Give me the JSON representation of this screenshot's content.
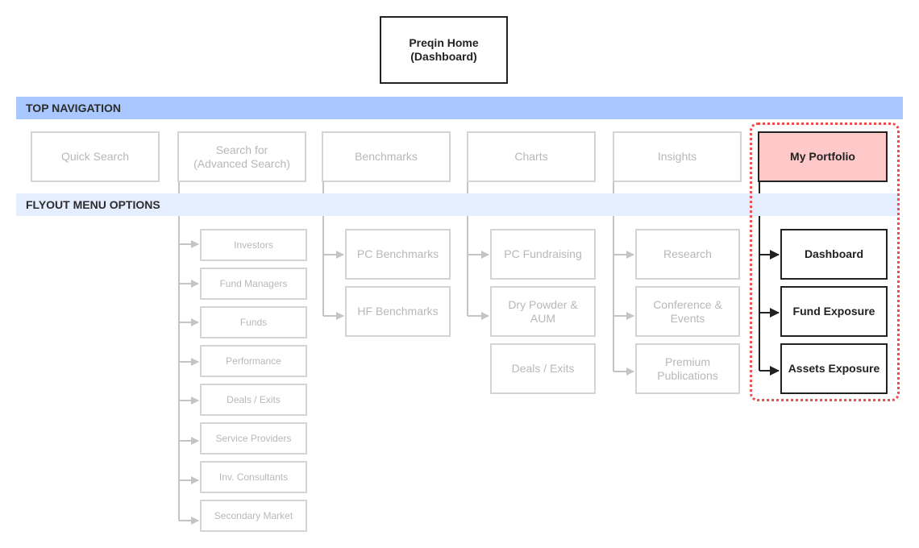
{
  "home": {
    "label": "Preqin Home\n(Dashboard)"
  },
  "bars": {
    "top_navigation": "TOP NAVIGATION",
    "flyout_menu_options": "FLYOUT MENU OPTIONS"
  },
  "top_nav": {
    "quick_search": "Quick Search",
    "search_for": "Search for\n(Advanced Search)",
    "benchmarks": "Benchmarks",
    "charts": "Charts",
    "insights": "Insights",
    "my_portfolio": "My Portfolio"
  },
  "search_for_items": [
    "Investors",
    "Fund Managers",
    "Funds",
    "Performance",
    "Deals / Exits",
    "Service Providers",
    "Inv. Consultants",
    "Secondary Market"
  ],
  "benchmarks_items": [
    "PC Benchmarks",
    "HF Benchmarks"
  ],
  "charts_items": [
    "PC Fundraising",
    "Dry Powder &\nAUM",
    "Deals / Exits"
  ],
  "insights_items": [
    "Research",
    "Conference &\nEvents",
    "Premium\nPublications"
  ],
  "my_portfolio_items": [
    "Dashboard",
    "Fund Exposure",
    "Assets Exposure"
  ],
  "colors": {
    "nav_bar": "#a9c8ff",
    "flyout_bar": "#e4eeff",
    "highlight_fill": "#ffc9c9",
    "highlight_outline": "#ef4d4d",
    "inactive": "#d4d4d4",
    "active": "#222222"
  }
}
